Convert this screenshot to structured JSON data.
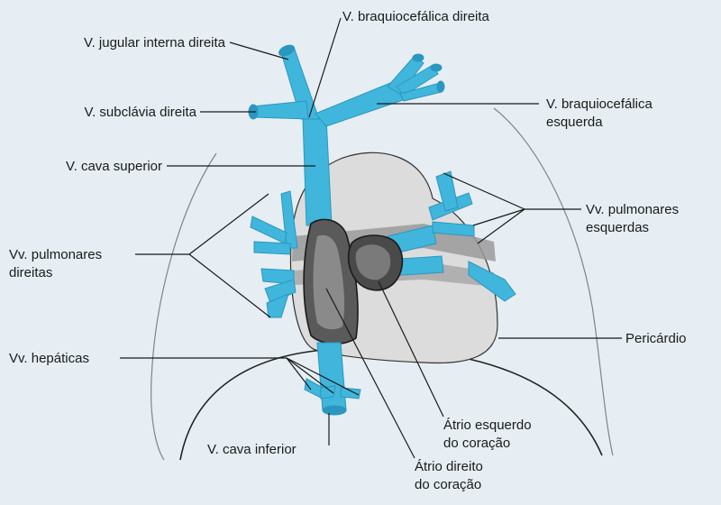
{
  "colors": {
    "background": "#e6eef3",
    "vein": "#41b6dc",
    "vein_dark": "#2a97bf",
    "pericardium": "#dcdcdc",
    "heart_band": "#9a9a9a",
    "leader": "#1a1a1a"
  },
  "labels": {
    "jugular_interna_direita": "V. jugular interna direita",
    "braquiocefalica_direita": "V. braquiocefálica direita",
    "subclavia_direita": "V. subclávia direita",
    "braquiocefalica_esquerda_1": "V. braquiocefálica",
    "braquiocefalica_esquerda_2": "esquerda",
    "cava_superior": "V. cava superior",
    "pulmonares_esquerdas_1": "Vv. pulmonares",
    "pulmonares_esquerdas_2": "esquerdas",
    "pulmonares_direitas_1": "Vv. pulmonares",
    "pulmonares_direitas_2": "direitas",
    "pericardio": "Pericárdio",
    "hepaticas": "Vv. hepáticas",
    "atrio_esquerdo_1": "Átrio esquerdo",
    "atrio_esquerdo_2": "do coração",
    "cava_inferior": "V. cava inferior",
    "atrio_direito_1": "Átrio direito",
    "atrio_direito_2": "do coração"
  }
}
